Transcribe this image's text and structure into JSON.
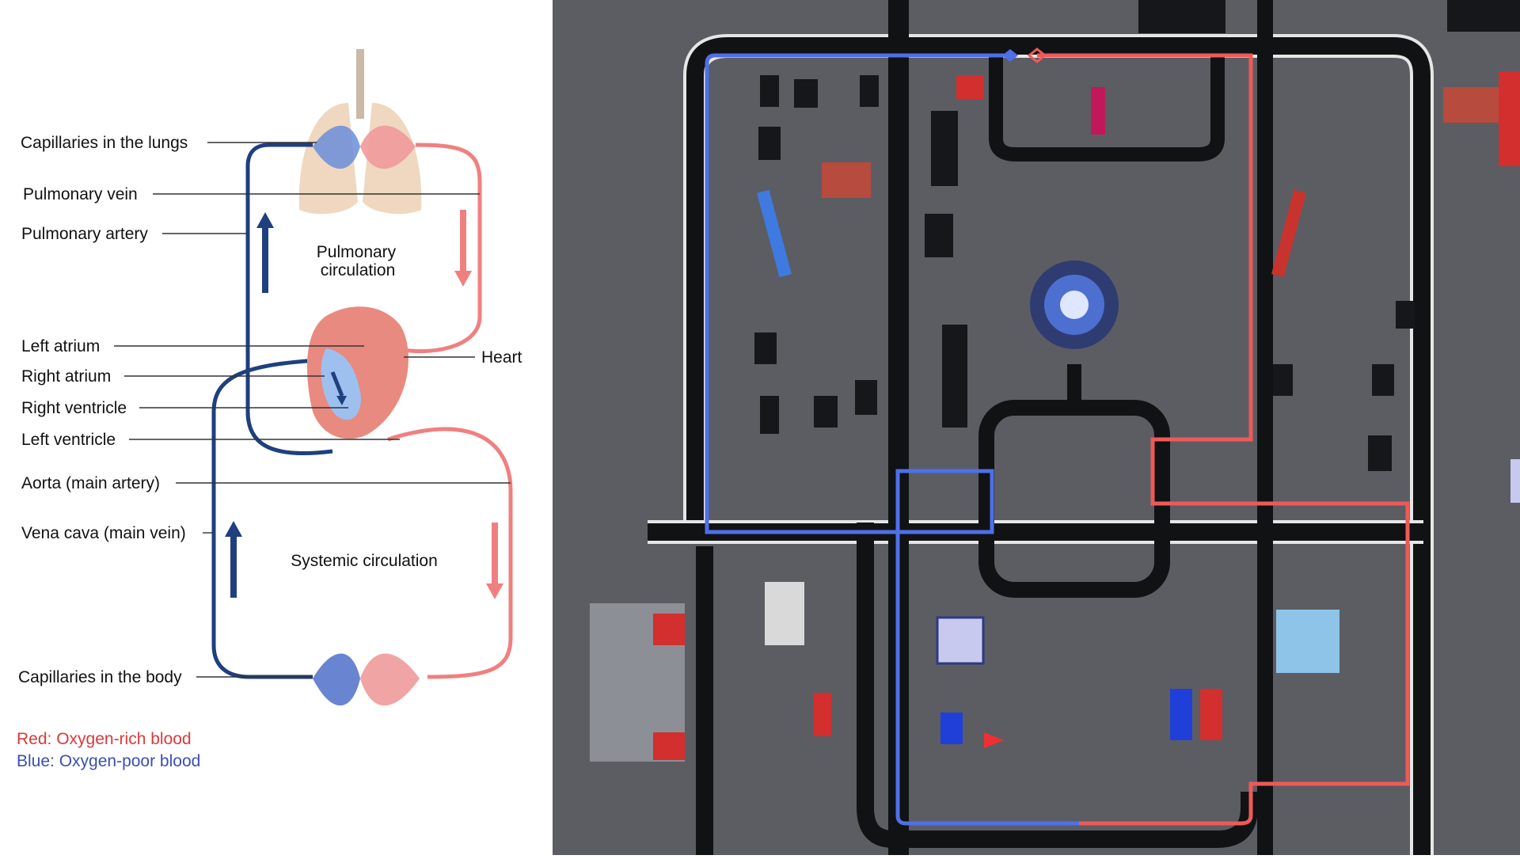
{
  "diagram": {
    "labels": {
      "capillaries_lungs": "Capillaries in the lungs",
      "pulmonary_vein": "Pulmonary vein",
      "pulmonary_artery": "Pulmonary artery",
      "pulmonary_circulation_1": "Pulmonary",
      "pulmonary_circulation_2": "circulation",
      "left_atrium": "Left atrium",
      "right_atrium": "Right atrium",
      "right_ventricle": "Right ventricle",
      "left_ventricle": "Left ventricle",
      "heart": "Heart",
      "aorta": "Aorta (main artery)",
      "vena_cava": "Vena cava (main vein)",
      "systemic_circulation": "Systemic circulation",
      "capillaries_body": "Capillaries in the body"
    },
    "legend": {
      "red": "Red: Oxygen-rich blood",
      "blue": "Blue: Oxygen-poor blood"
    },
    "colors": {
      "oxygen_rich": "#f08080",
      "oxygen_poor": "#1f3f7f",
      "legend_red": "#d93a3a",
      "legend_blue": "#3a4fb0"
    }
  },
  "map": {
    "colors": {
      "ground": "#5b5d63",
      "road": "#111214",
      "curb": "#e6e6e6",
      "route_blue": "#4f6fe8",
      "route_red": "#ef5959"
    }
  }
}
